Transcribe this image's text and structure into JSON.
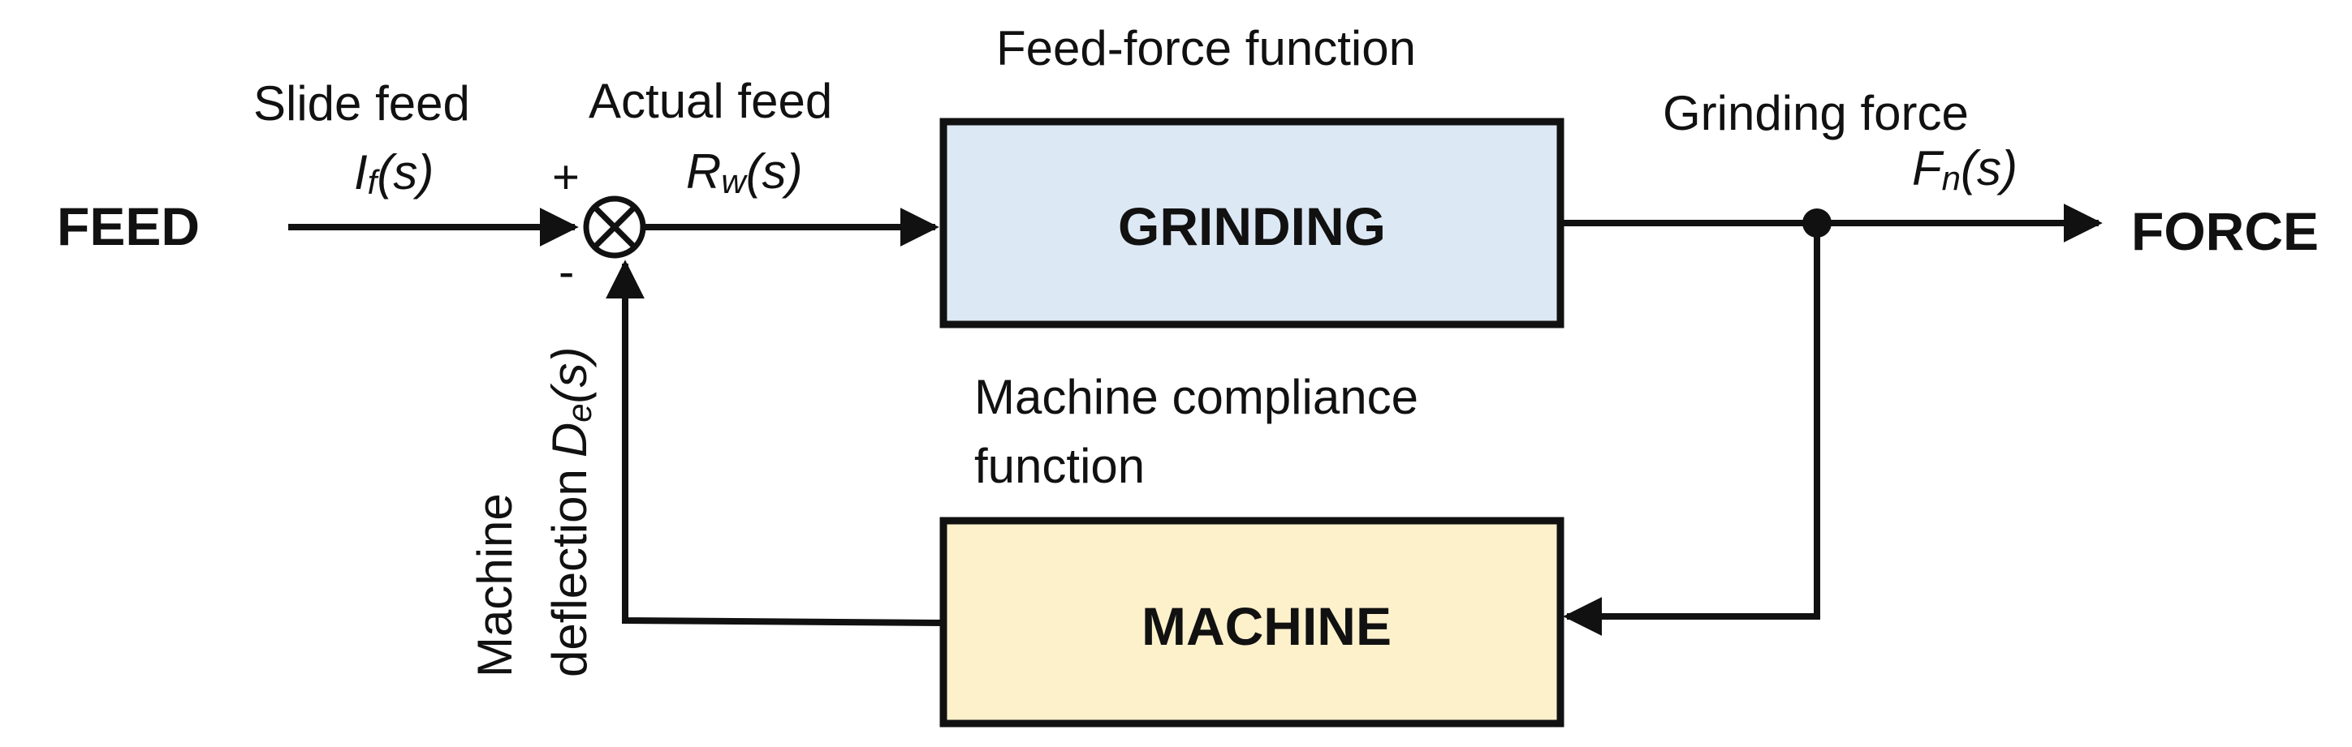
{
  "input_label": "FEED",
  "output_label": "FORCE",
  "slide_feed": {
    "title": "Slide feed",
    "symbol": "I",
    "subscript": "f",
    "arg": "(s)"
  },
  "actual_feed": {
    "title": "Actual feed",
    "symbol": "R",
    "subscript": "w",
    "arg": "(s)"
  },
  "grinding_force": {
    "title": "Grinding force",
    "symbol": "F",
    "subscript": "n",
    "arg": "(s)"
  },
  "feed_force_function": "Feed-force function",
  "compliance_function": {
    "line1": "Machine compliance",
    "line2": "function"
  },
  "grinding_block": {
    "label": "GRINDING",
    "fill": "#dde8f5"
  },
  "machine_block": {
    "label": "MACHINE",
    "fill": "#fdf1cc"
  },
  "summing_junction": {
    "plus": "+",
    "minus": "-"
  },
  "machine_deflection": {
    "line1": "Machine",
    "line2": "deflection",
    "symbol": "D",
    "subscript": "e",
    "arg": "(s)"
  }
}
